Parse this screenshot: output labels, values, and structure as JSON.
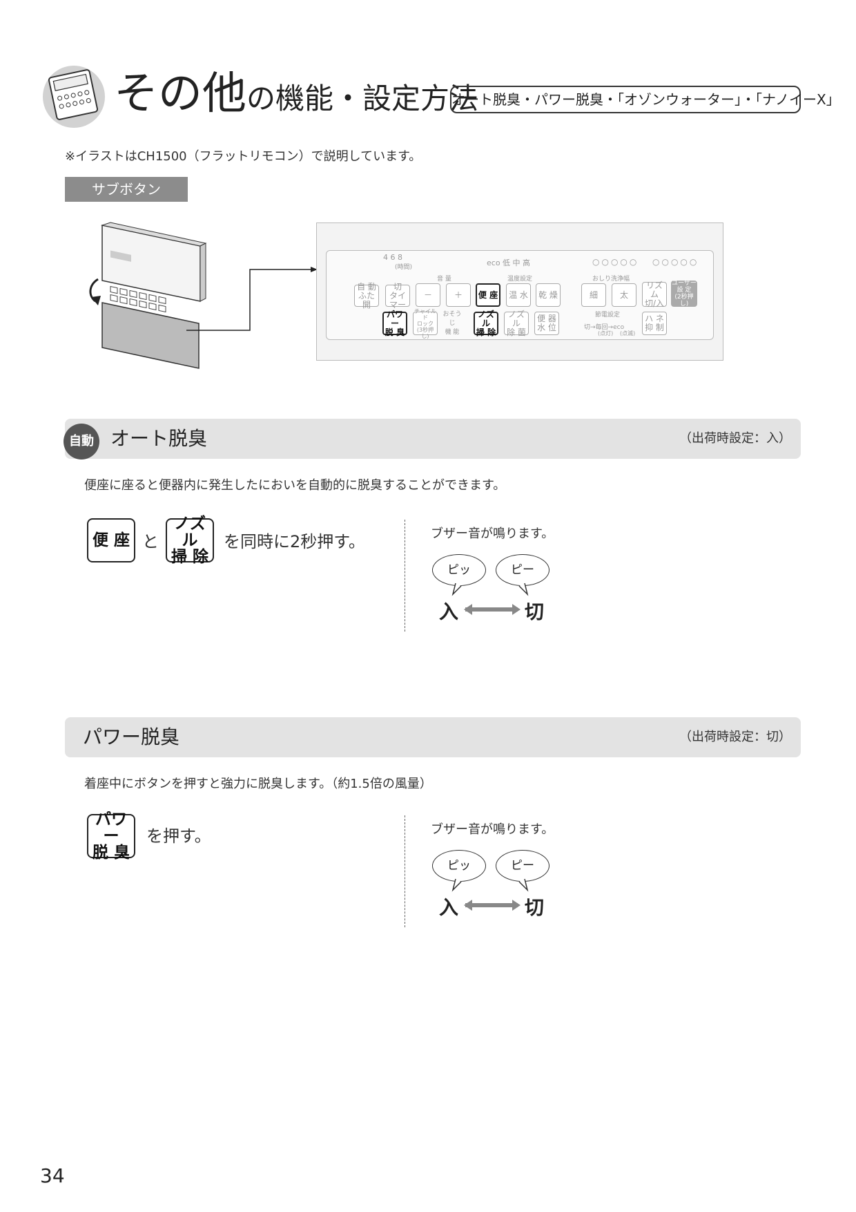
{
  "header": {
    "title_large": "その他",
    "title_rest": "の機能・設定方法",
    "title_box": "オート脱臭・パワー脱臭・「オゾンウォーター」・「ナノイーX」"
  },
  "note": "※イラストはCH1500（フラットリモコン）で説明しています。",
  "sub_button_label": "サブボタン",
  "panel": {
    "top_labels": {
      "timer_hours": "4 6 8",
      "timer_unit": "(時間)",
      "eco": "eco 低 中 高",
      "volume": "音 量",
      "temp": "温度設定",
      "wash": "おしり洗浄幅"
    },
    "row1": [
      {
        "id": "auto-lid",
        "label": "自 動\nふた開"
      },
      {
        "id": "timer",
        "label": "切\nタイマー"
      },
      {
        "id": "minus",
        "label": "－"
      },
      {
        "id": "plus",
        "label": "＋"
      },
      {
        "id": "seat",
        "label": "便 座"
      },
      {
        "id": "warm-water",
        "label": "温 水"
      },
      {
        "id": "dry",
        "label": "乾 燥"
      },
      {
        "id": "narrow",
        "label": "細"
      },
      {
        "id": "wide",
        "label": "太"
      },
      {
        "id": "rhythm",
        "label": "リズム\n切/入"
      },
      {
        "id": "user-setting",
        "label": "ユーザー\n設 定\n(2秒押し)"
      }
    ],
    "row2": [
      {
        "id": "power-deodorize",
        "label": "パワー\n脱 臭"
      },
      {
        "id": "child-lock",
        "label": "チャイルド\nロック\n(3秒押し)"
      },
      {
        "id": "cleaning-label",
        "label": "おそうじ\n機 能"
      },
      {
        "id": "nozzle-clean",
        "label": "ノズル\n掃 除"
      },
      {
        "id": "nozzle-sterilize",
        "label": "ノズル\n除 菌"
      },
      {
        "id": "bowl-water",
        "label": "便 器\n水 位"
      },
      {
        "id": "splash",
        "label": "ハ ネ\n抑 制"
      }
    ],
    "misc": {
      "energy_label": "節電設定",
      "energy_cycle": "切→毎回→eco",
      "lit": "(点灯)",
      "blink": "(点滅)"
    }
  },
  "sections": [
    {
      "badge": "自動",
      "title": "オート脱臭",
      "default": "（出荷時設定：入）",
      "description": "便座に座ると便器内に発生したにおいを自動的に脱臭することができます。",
      "button1": "便 座",
      "connector": "と",
      "button2_l1": "ノズル",
      "button2_l2": "掃 除",
      "instruction": "を同時に2秒押す。",
      "buzzer": "ブザー音が鳴ります。",
      "bubble_on": "ピッ",
      "bubble_off": "ピー",
      "on": "入",
      "off": "切"
    },
    {
      "title": "パワー脱臭",
      "default": "（出荷時設定：切）",
      "description": "着座中にボタンを押すと強力に脱臭します。（約1.5倍の風量）",
      "button_l1": "パワー",
      "button_l2": "脱 臭",
      "instruction": "を押す。",
      "buzzer": "ブザー音が鳴ります。",
      "bubble_on": "ピッ",
      "bubble_off": "ピー",
      "on": "入",
      "off": "切"
    }
  ],
  "page_number": "34"
}
